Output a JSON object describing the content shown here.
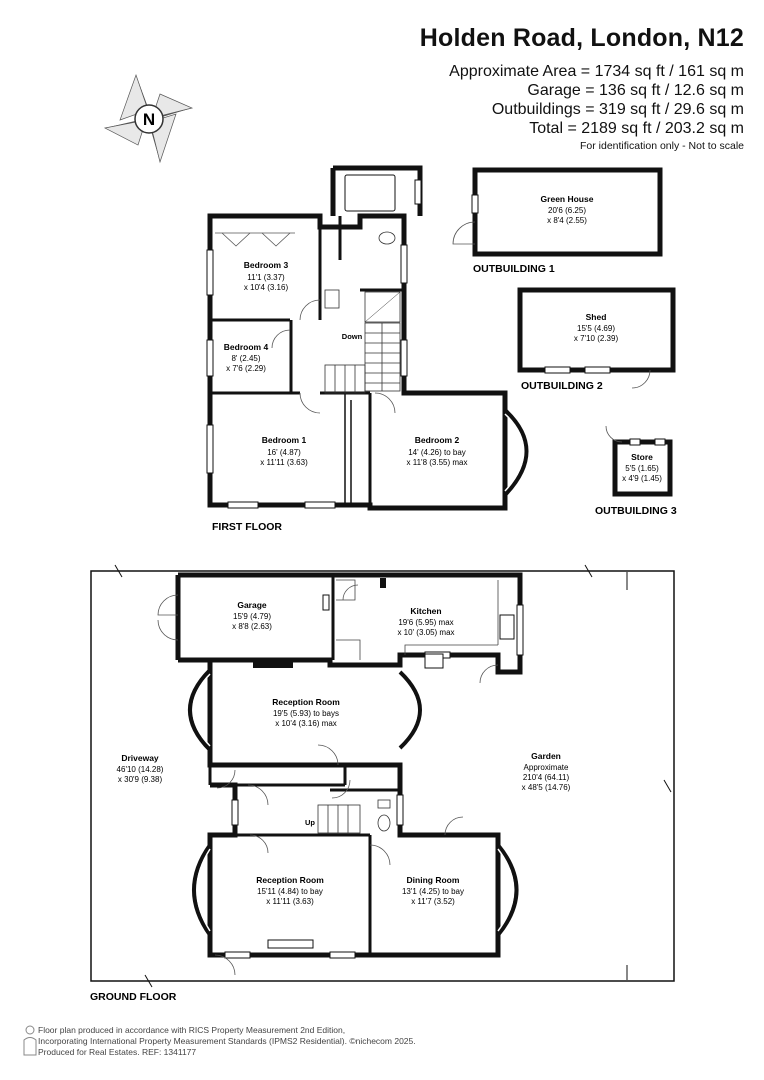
{
  "header": {
    "title": "Holden Road, London, N12",
    "area_lines": [
      "Approximate Area = 1734 sq ft / 161 sq m",
      "Garage = 136 sq ft / 12.6 sq m",
      "Outbuildings = 319 sq ft / 29.6 sq m",
      "Total = 2189 sq ft / 203.2 sq m"
    ],
    "note": "For identification only - Not to scale"
  },
  "compass": {
    "letter": "N",
    "icon": "compass-icon"
  },
  "first_floor": {
    "label": "FIRST FLOOR",
    "down_label": "Down",
    "rooms": [
      {
        "name": "Bedroom 3",
        "dims": [
          "11'1 (3.37)",
          "x 10'4 (3.16)"
        ]
      },
      {
        "name": "Bedroom 4",
        "dims": [
          "8' (2.45)",
          "x 7'6 (2.29)"
        ]
      },
      {
        "name": "Bedroom 1",
        "dims": [
          "16' (4.87)",
          "x 11'11 (3.63)"
        ]
      },
      {
        "name": "Bedroom 2",
        "dims": [
          "14' (4.26) to bay",
          "x 11'8 (3.55) max"
        ]
      }
    ]
  },
  "outbuildings": [
    {
      "label": "OUTBUILDING 1",
      "name": "Green House",
      "dims": [
        "20'6 (6.25)",
        "x 8'4 (2.55)"
      ]
    },
    {
      "label": "OUTBUILDING 2",
      "name": "Shed",
      "dims": [
        "15'5 (4.69)",
        "x 7'10 (2.39)"
      ]
    },
    {
      "label": "OUTBUILDING 3",
      "name": "Store",
      "dims": [
        "5'5 (1.65)",
        "x 4'9 (1.45)"
      ]
    }
  ],
  "ground_floor": {
    "label": "GROUND FLOOR",
    "up_label": "Up",
    "rooms": [
      {
        "name": "Garage",
        "dims": [
          "15'9 (4.79)",
          "x 8'8 (2.63)"
        ]
      },
      {
        "name": "Kitchen",
        "dims": [
          "19'6 (5.95) max",
          "x 10' (3.05) max"
        ]
      },
      {
        "name": "Reception Room",
        "dims": [
          "19'5 (5.93) to bays",
          "x 10'4 (3.16) max"
        ]
      },
      {
        "name": "Driveway",
        "dims": [
          "46'10 (14.28)",
          "x 30'9 (9.38)"
        ]
      },
      {
        "name": "Garden",
        "dims": [
          "Approximate",
          "210'4 (64.11)",
          "x 48'5 (14.76)"
        ]
      },
      {
        "name": "Reception Room",
        "dims": [
          "15'11 (4.84) to bay",
          "x 11'11 (3.63)"
        ]
      },
      {
        "name": "Dining Room",
        "dims": [
          "13'1 (4.25) to bay",
          "x 11'7 (3.52)"
        ]
      }
    ]
  },
  "footer": {
    "lines": [
      "Floor plan produced in accordance with RICS Property Measurement 2nd Edition,",
      "Incorporating International Property Measurement Standards (IPMS2 Residential).  ©nichecom 2025.",
      "Produced for Real Estates.   REF:  1341177"
    ]
  }
}
